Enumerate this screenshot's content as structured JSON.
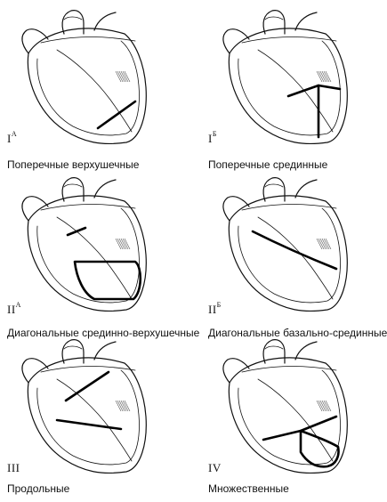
{
  "panels": [
    {
      "roman": "I",
      "sup": "А",
      "caption": "Поперечные верхушечные",
      "variant": "I-A"
    },
    {
      "roman": "I",
      "sup": "Б",
      "caption": "Поперечные срединные",
      "variant": "I-B"
    },
    {
      "roman": "II",
      "sup": "А",
      "caption": "Диагональные срединно-верхушечные",
      "variant": "II-A"
    },
    {
      "roman": "II",
      "sup": "Б",
      "caption": "Диагональные базально-срединные",
      "variant": "II-B"
    },
    {
      "roman": "III",
      "sup": "",
      "caption": "Продольные",
      "variant": "III"
    },
    {
      "roman": "IV",
      "sup": "",
      "caption": "Множественные",
      "variant": "IV"
    }
  ]
}
